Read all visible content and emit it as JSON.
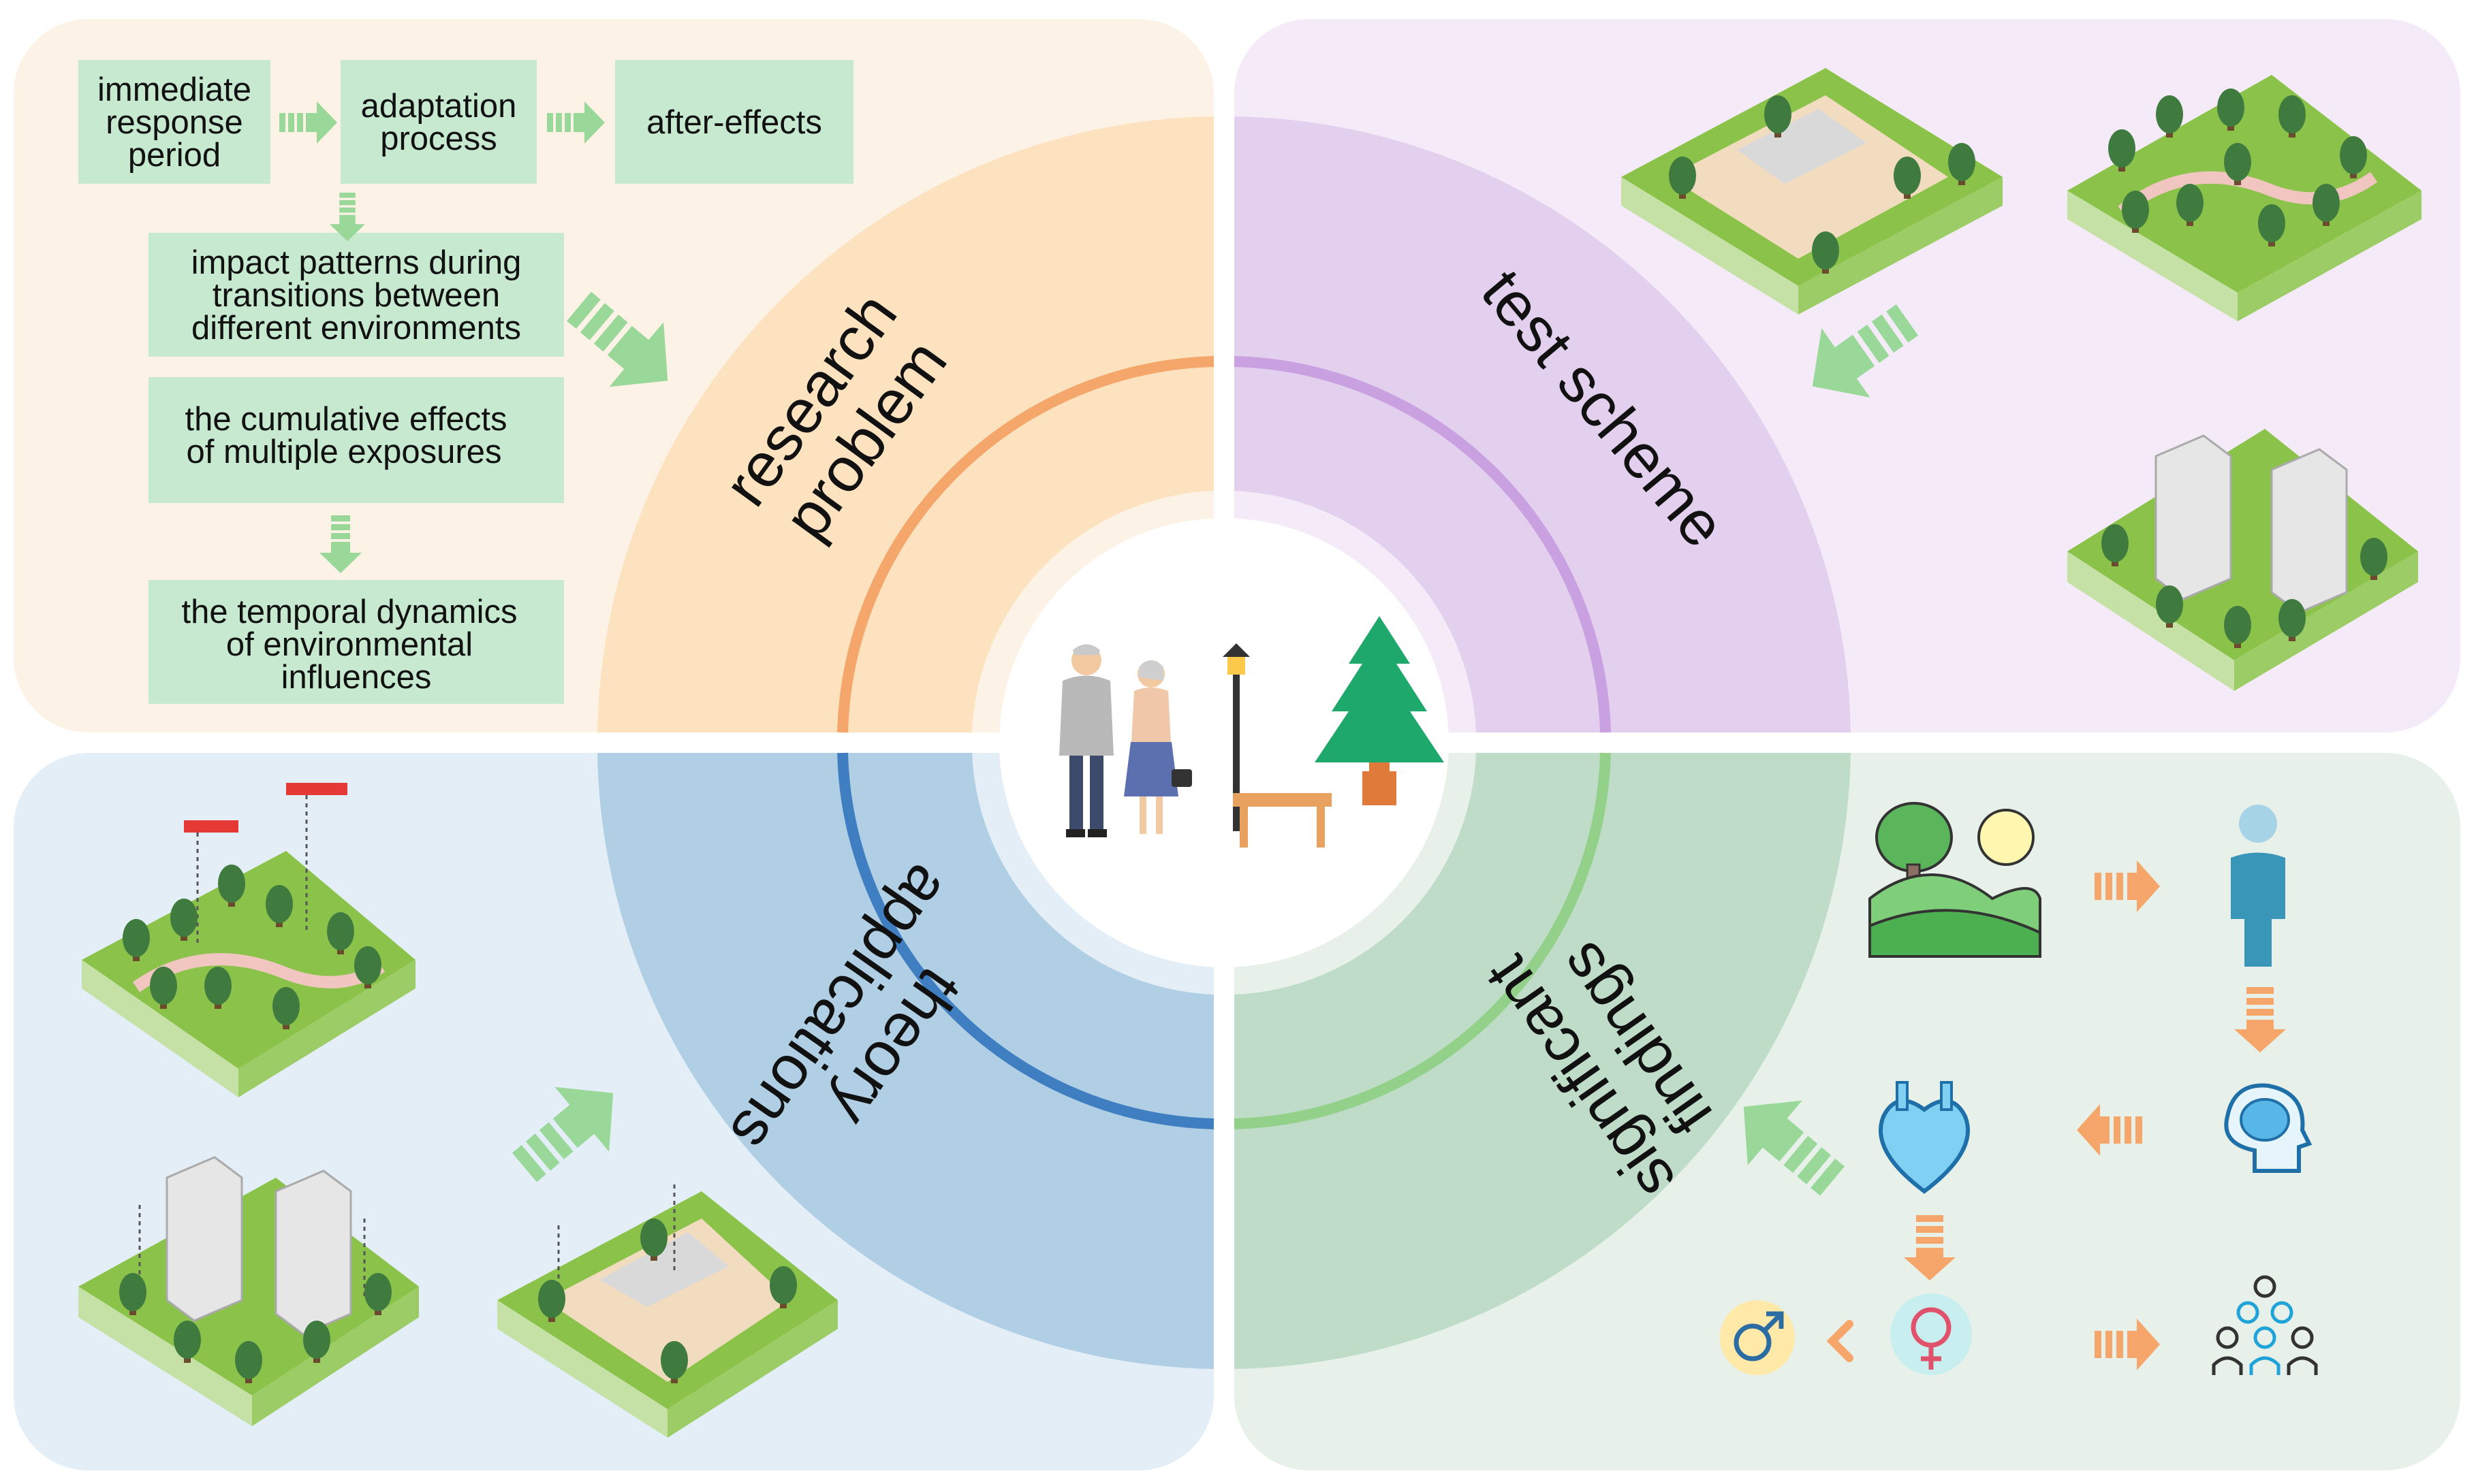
{
  "colors": {
    "research_bg": "#fdf2e6",
    "research_ring": "#fde2c0",
    "research_line": "#f5a66b",
    "test_bg": "#f5ebf8",
    "test_ring": "#e3d0ee",
    "test_line": "#c9a0e0",
    "theory_bg": "#e3eef7",
    "theory_ring": "#b0cfe4",
    "theory_line": "#3f7fc1",
    "findings_bg": "#e7f1e9",
    "findings_ring": "#bfdcc8",
    "findings_line": "#93d18a",
    "box_fill": "#c6e9d0",
    "green_arrow": "#9ad89a",
    "orange_arrow": "#f7a66b"
  },
  "quadrants": {
    "research": {
      "title_line1": "research",
      "title_line2": "problem",
      "flow_boxes": [
        [
          "immediate",
          "response",
          "period"
        ],
        [
          "adaptation",
          "process"
        ],
        [
          "after-effects"
        ],
        [
          "impact patterns during",
          "transitions between",
          "different environments"
        ],
        [
          "the cumulative effects",
          "of multiple exposures"
        ],
        [
          "the temporal dynamics",
          "of environmental",
          "influences"
        ]
      ]
    },
    "test": {
      "title": "test scheme",
      "scenes": [
        "plaza-scene-icon",
        "park-scene-icon",
        "residential-scene-icon"
      ]
    },
    "theory": {
      "title_line1": "theory",
      "title_line2": "applications",
      "scenes": [
        "park-pergola-scene-icon",
        "residential-lamp-scene-icon",
        "plaza-lamp-scene-icon"
      ]
    },
    "findings": {
      "title_line1": "significant",
      "title_line2": "findings",
      "icons": [
        "landscape-sun-icon",
        "person-icon",
        "brain-head-icon",
        "heart-icon",
        "female-symbol-icon",
        "male-symbol-icon",
        "group-people-icon"
      ]
    }
  },
  "center": {
    "icons": [
      "elderly-couple-icon",
      "street-lamp-icon",
      "bench-icon",
      "pine-tree-icon"
    ]
  }
}
